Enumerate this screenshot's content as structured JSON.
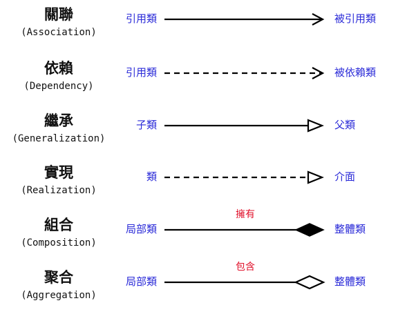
{
  "relations": [
    {
      "id": "association",
      "title": "關聯",
      "subtitle": "(Association)",
      "source": "引用類",
      "target": "被引用類",
      "label": "",
      "line": "solid",
      "head": "open-arrow"
    },
    {
      "id": "dependency",
      "title": "依賴",
      "subtitle": "(Dependency)",
      "source": "引用類",
      "target": "被依賴類",
      "label": "",
      "line": "dashed",
      "head": "open-arrow"
    },
    {
      "id": "generalization",
      "title": "繼承",
      "subtitle": "(Generalization)",
      "source": "子類",
      "target": "父類",
      "label": "",
      "line": "solid",
      "head": "hollow-triangle"
    },
    {
      "id": "realization",
      "title": "實現",
      "subtitle": "(Realization)",
      "source": "類",
      "target": "介面",
      "label": "",
      "line": "dashed",
      "head": "hollow-triangle"
    },
    {
      "id": "composition",
      "title": "組合",
      "subtitle": "(Composition)",
      "source": "局部類",
      "target": "整體類",
      "label": "擁有",
      "line": "solid",
      "head": "filled-diamond"
    },
    {
      "id": "aggregation",
      "title": "聚合",
      "subtitle": "(Aggregation)",
      "source": "局部類",
      "target": "整體類",
      "label": "包含",
      "line": "solid",
      "head": "hollow-diamond"
    }
  ],
  "colors": {
    "class_text": "#2a2ad8",
    "label_text": "#e0102a",
    "line": "#000000"
  }
}
